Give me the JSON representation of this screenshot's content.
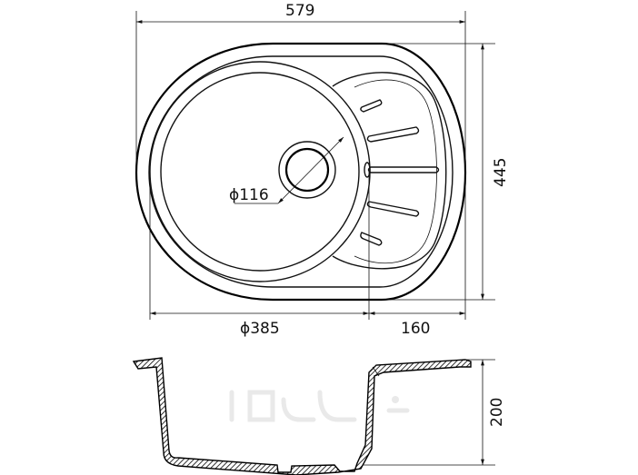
{
  "dimensions": {
    "overall_width": "579",
    "overall_depth": "445",
    "bowl_diameter": "ϕ385",
    "drainboard_width": "160",
    "drain_diameter": "ϕ116",
    "bowl_height": "200"
  },
  "colors": {
    "line": "#111111",
    "background": "#ffffff",
    "watermark": "#e9e9e9"
  }
}
